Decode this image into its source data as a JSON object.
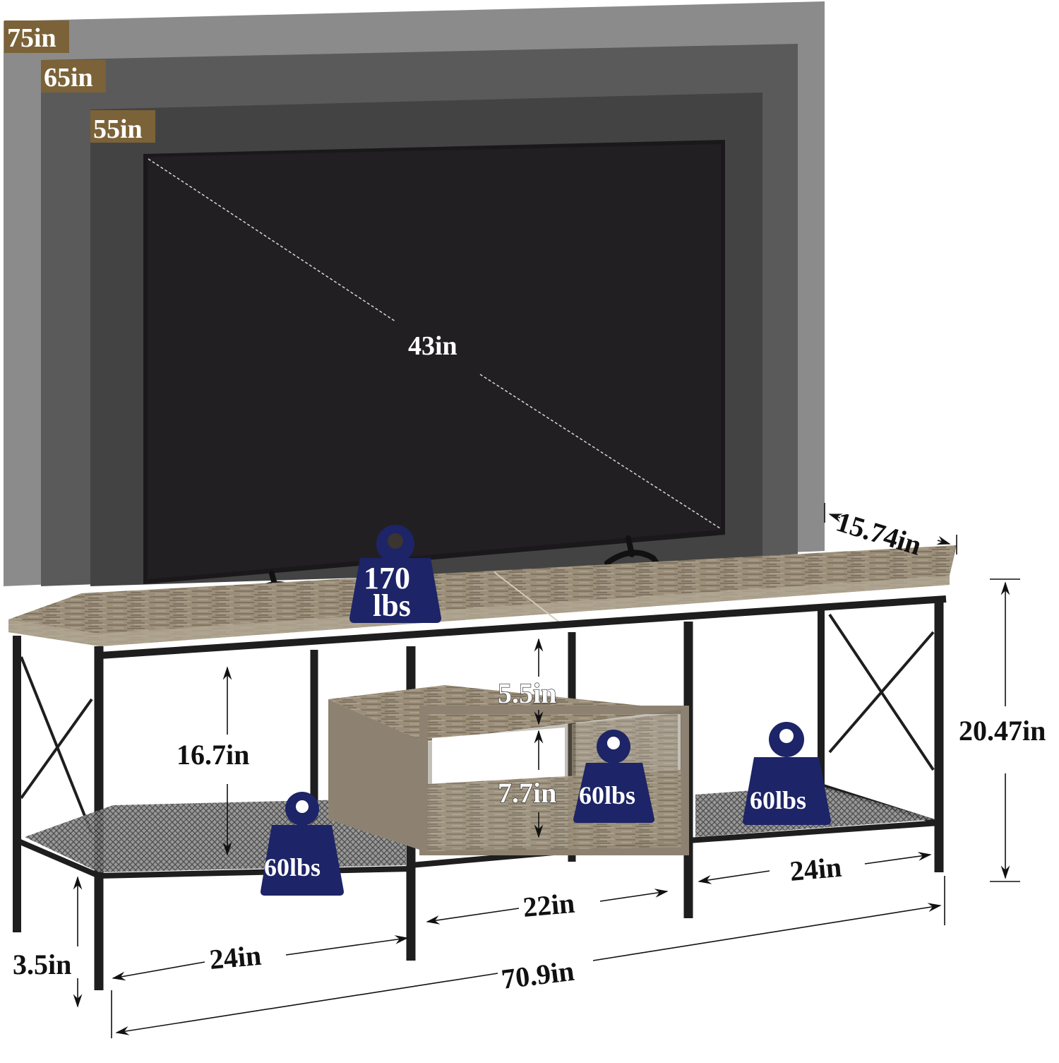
{
  "tv_size_frames": [
    {
      "label": "75in",
      "color": "#8b8b8b"
    },
    {
      "label": "65in",
      "color": "#5a5a5a"
    },
    {
      "label": "55in",
      "color": "#434343"
    }
  ],
  "tv": {
    "label": "43in",
    "screen_color": "#221f22"
  },
  "label_tag_color": "#7b6238",
  "weight_badge_color": "#1d2467",
  "weights": {
    "top": {
      "value": "170",
      "unit": "lbs"
    },
    "left_shelf": "60lbs",
    "cubby_shelf": "60lbs",
    "right_shelf": "60lbs"
  },
  "dimensions": {
    "depth": "15.74in",
    "total_height": "20.47in",
    "left_clearance": "16.7in",
    "cubby_top_gap": "5.5in",
    "cubby_height": "7.7in",
    "leg_height": "3.5in",
    "left_width": "24in",
    "middle_width": "22in",
    "right_width": "24in",
    "total_width": "70.9in"
  },
  "colors": {
    "wood": "#9a8d78",
    "wood_dark": "#6e6452",
    "metal": "#1e1e1e",
    "mesh": "#5a5a5a"
  }
}
